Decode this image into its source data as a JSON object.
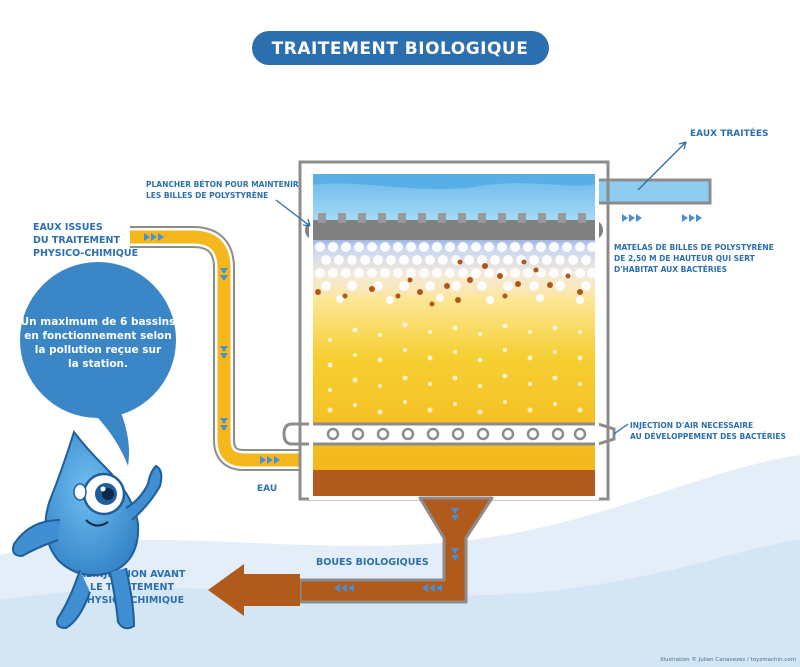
{
  "title": "TRAITEMENT BIOLOGIQUE",
  "labels": {
    "eaux_traitees": "EAUX TRAITÉES",
    "plancher_1": "PLANCHER BÉTON POUR MAINTENIR",
    "plancher_2": "LES BILLES DE POLYSTYRÈNE",
    "eaux_issues_1": "EAUX ISSUES",
    "eaux_issues_2": "DU TRAITEMENT",
    "eaux_issues_3": "PHYSICO-CHIMIQUE",
    "matelas_1": "MATELAS DE BILLES DE POLYSTYRÈNE",
    "matelas_2": "DE 2,50 M DE HAUTEUR QUI SERT",
    "matelas_3": "D'HABITAT AUX BACTÉRIES",
    "injection_1": "INJECTION D'AIR NECESSAIRE",
    "injection_2": "AU DÉVELOPPEMENT DES BACTÉRIES",
    "eau": "EAU",
    "boues": "BOUES BIOLOGIQUES",
    "reinjection_1": "RÉINJECTION AVANT",
    "reinjection_2": "LE TRAITEMENT",
    "reinjection_3": "PHYSICO CHIMIQUE"
  },
  "bubble": {
    "line1": "Un maximum de 6 bassins",
    "line2": "en fonctionnement selon",
    "line3": "la pollution reçue sur",
    "line4": "la station."
  },
  "credit": "Illustration © Julien Canavezes / toyzmachin.com",
  "colors": {
    "title_bg": "#2c6fae",
    "label": "#2c6fae",
    "pipe_yellow": "#f5b81c",
    "sludge_brown": "#b05a1c",
    "water_blue": "#8fcdf0",
    "tank_frame": "#8c8c8c",
    "droplet": "#4a9ed9"
  },
  "icons": {
    "flow_arrows": "triple-chevron-right-icon",
    "mascot": "water-drop-mascot-icon"
  }
}
